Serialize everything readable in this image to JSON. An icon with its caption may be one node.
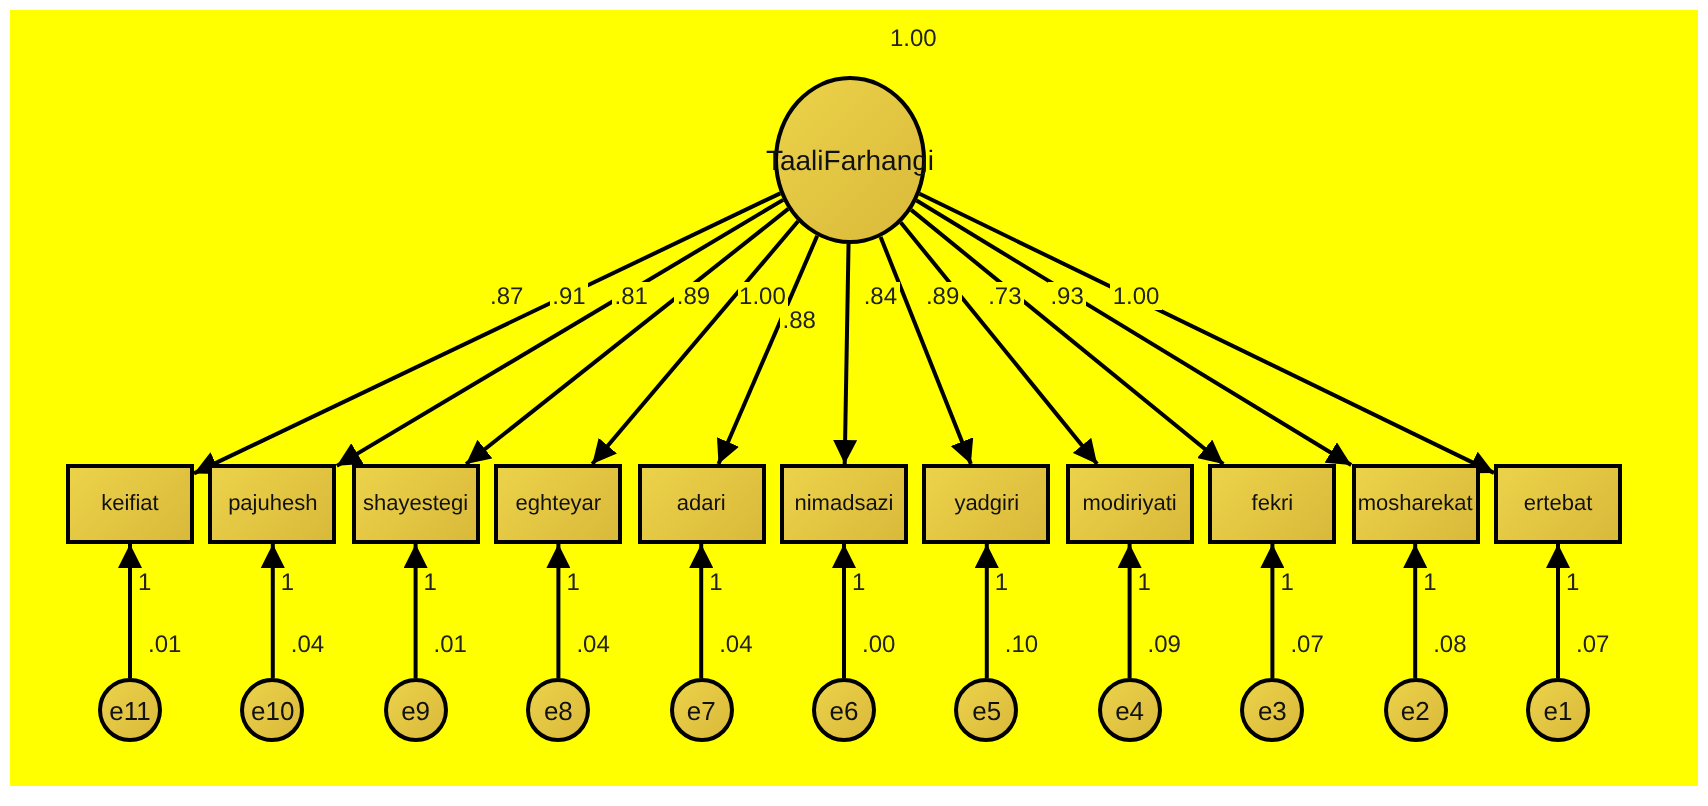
{
  "diagram": {
    "nodes": [
      {
        "text": [
          "TaaliFarhangi"
        ],
        "beside": [
          "1.00"
        ]
      },
      {
        "text": [
          "keifiat"
        ]
      },
      {
        "text": [
          "pajuhesh"
        ]
      },
      {
        "text": [
          "shayestegi"
        ]
      },
      {
        "text": [
          "eghteyar"
        ]
      },
      {
        "text": [
          "adari"
        ]
      },
      {
        "text": [
          "nimadsazi"
        ]
      },
      {
        "text": [
          "yadgiri"
        ]
      },
      {
        "text": [
          "modiriyati"
        ]
      },
      {
        "text": [
          "fekri"
        ]
      },
      {
        "text": [
          "mosharekat"
        ]
      },
      {
        "text": [
          "ertebat"
        ]
      },
      {
        "text": [
          "e11"
        ],
        "beside": [
          ".01"
        ]
      },
      {
        "text": [
          "e10"
        ],
        "beside": [
          ".04"
        ]
      },
      {
        "text": [
          "e9"
        ],
        "beside": [
          ".01"
        ]
      },
      {
        "text": [
          "e8"
        ],
        "beside": [
          ".04"
        ]
      },
      {
        "text": [
          "e7"
        ],
        "beside": [
          ".04"
        ]
      },
      {
        "text": [
          "e6"
        ],
        "beside": [
          ".00"
        ]
      },
      {
        "text": [
          "e5"
        ],
        "beside": [
          ".10"
        ]
      },
      {
        "text": [
          "e4"
        ],
        "beside": [
          ".09"
        ]
      },
      {
        "text": [
          "e3"
        ],
        "beside": [
          ".07"
        ]
      },
      {
        "text": [
          "e2"
        ],
        "beside": [
          ".08"
        ]
      },
      {
        "text": [
          "e1"
        ],
        "beside": [
          ".07"
        ]
      }
    ],
    "edges": [
      {
        "from": 0,
        "to": 1,
        "arrow": "to",
        "label": ".87"
      },
      {
        "from": 0,
        "to": 2,
        "arrow": "to",
        "label": ".91"
      },
      {
        "from": 0,
        "to": 3,
        "arrow": "to",
        "label": ".81"
      },
      {
        "from": 0,
        "to": 4,
        "arrow": "to",
        "label": ".89"
      },
      {
        "from": 0,
        "to": 5,
        "arrow": "to",
        "label": "1.00"
      },
      {
        "from": 0,
        "to": 6,
        "arrow": "to",
        "label": ".88"
      },
      {
        "from": 0,
        "to": 7,
        "arrow": "to",
        "label": ".84"
      },
      {
        "from": 0,
        "to": 8,
        "arrow": "to",
        "label": ".89"
      },
      {
        "from": 0,
        "to": 9,
        "arrow": "to",
        "label": ".73"
      },
      {
        "from": 0,
        "to": 10,
        "arrow": "to",
        "label": ".93"
      },
      {
        "from": 0,
        "to": 11,
        "arrow": "to",
        "label": "1.00"
      },
      {
        "from": 12,
        "to": 1,
        "arrow": "to",
        "label": "1"
      },
      {
        "from": 13,
        "to": 2,
        "arrow": "to",
        "label": "1"
      },
      {
        "from": 14,
        "to": 3,
        "arrow": "to",
        "label": "1"
      },
      {
        "from": 15,
        "to": 4,
        "arrow": "to",
        "label": "1"
      },
      {
        "from": 16,
        "to": 5,
        "arrow": "to",
        "label": "1"
      },
      {
        "from": 17,
        "to": 6,
        "arrow": "to",
        "label": "1"
      },
      {
        "from": 18,
        "to": 7,
        "arrow": "to",
        "label": "1"
      },
      {
        "from": 19,
        "to": 8,
        "arrow": "to",
        "label": "1"
      },
      {
        "from": 20,
        "to": 9,
        "arrow": "to",
        "label": "1"
      },
      {
        "from": 21,
        "to": 10,
        "arrow": "to",
        "label": "1"
      },
      {
        "from": 22,
        "to": 11,
        "arrow": "to",
        "label": "1"
      }
    ]
  }
}
